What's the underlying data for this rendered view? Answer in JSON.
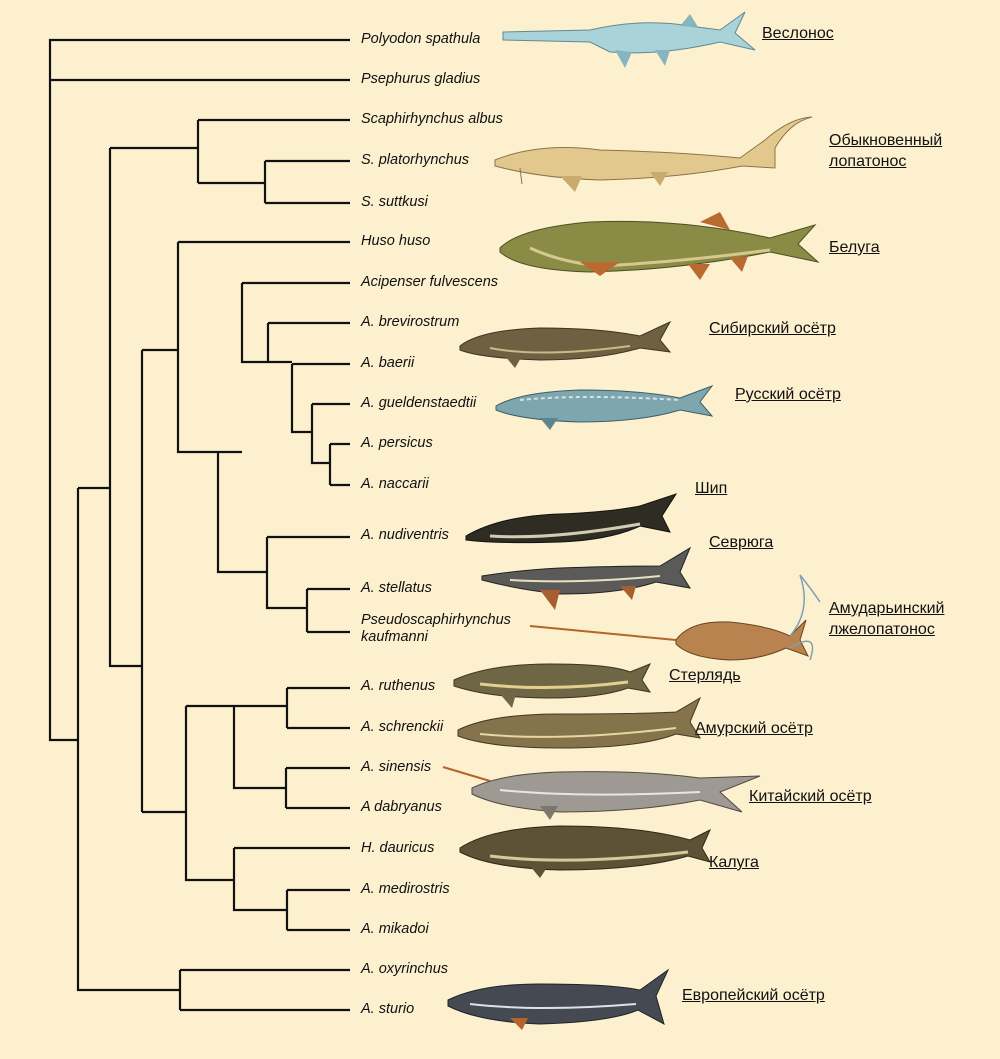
{
  "species": [
    {
      "id": "polyodon-spathula",
      "name": "Polyodon spathula"
    },
    {
      "id": "psephurus-gladius",
      "name": "Psephurus gladius"
    },
    {
      "id": "scaphirhynchus-albus",
      "name": "Scaphirhynchus albus"
    },
    {
      "id": "s-platorhynchus",
      "name": "S. platorhynchus"
    },
    {
      "id": "s-suttkusi",
      "name": "S. suttkusi"
    },
    {
      "id": "huso-huso",
      "name": "Huso huso"
    },
    {
      "id": "acipenser-fulvescens",
      "name": "Acipenser fulvescens"
    },
    {
      "id": "a-brevirostrum",
      "name": "A. brevirostrum"
    },
    {
      "id": "a-baerii",
      "name": "A. baerii"
    },
    {
      "id": "a-gueldenstaedtii",
      "name": "A. gueldenstaedtii"
    },
    {
      "id": "a-persicus",
      "name": "A. persicus"
    },
    {
      "id": "a-naccarii",
      "name": "A. naccarii"
    },
    {
      "id": "a-nudiventris",
      "name": "A. nudiventris"
    },
    {
      "id": "a-stellatus",
      "name": "A. stellatus"
    },
    {
      "id": "pseudoscaphirhynchus-kaufmanni",
      "name": "Pseudoscaphirhynchus kaufmanni"
    },
    {
      "id": "a-ruthenus",
      "name": "A. ruthenus"
    },
    {
      "id": "a-schrenckii",
      "name": "A. schrenckii"
    },
    {
      "id": "a-sinensis",
      "name": "A. sinensis"
    },
    {
      "id": "a-dabryanus",
      "name": "A dabryanus"
    },
    {
      "id": "h-dauricus",
      "name": "H. dauricus"
    },
    {
      "id": "a-medirostris",
      "name": "A. medirostris"
    },
    {
      "id": "a-mikadoi",
      "name": "A. mikadoi"
    },
    {
      "id": "a-oxyrinchus",
      "name": "A. oxyrinchus"
    },
    {
      "id": "a-sturio",
      "name": "A. sturio"
    }
  ],
  "common_names": [
    {
      "id": "veslonos",
      "label": "Веслонос"
    },
    {
      "id": "obyknovennyi-lopatonos",
      "label": "Обыкновенный лопатонос"
    },
    {
      "id": "beluga",
      "label": "Белуга"
    },
    {
      "id": "sibirskii-osetr",
      "label": "Сибирский осётр"
    },
    {
      "id": "russkii-osetr",
      "label": "Русский осётр"
    },
    {
      "id": "ship",
      "label": "Шип"
    },
    {
      "id": "sevriuga",
      "label": "Севрюга"
    },
    {
      "id": "amudarinskii-lzhelopatonos",
      "label": "Амударьинский лжелопатонос"
    },
    {
      "id": "sterliad",
      "label": "Стерлядь"
    },
    {
      "id": "amurskii-osetr",
      "label": "Амурский осётр"
    },
    {
      "id": "kitaiskii-osetr",
      "label": "Китайский осётр"
    },
    {
      "id": "kaluga",
      "label": "Калуга"
    },
    {
      "id": "evropeiskii-osetr",
      "label": "Европейский осётр"
    }
  ],
  "colors": {
    "background": "#fcf0cf",
    "tree_lines": "#111111",
    "pointer_lines": "#b5642a"
  }
}
